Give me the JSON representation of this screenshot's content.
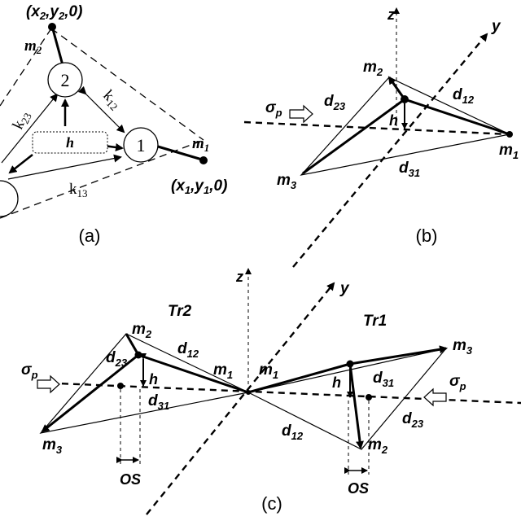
{
  "panel_a": {
    "caption": "(a)",
    "coord_2": "(x",
    "coord_2_sub": "2",
    "coord_2_mid": ",y",
    "coord_2_sub2": "2",
    "coord_2_end": ",0)",
    "coord_1": "(x",
    "coord_1_sub": "1",
    "coord_1_mid": ",y",
    "coord_1_sub2": "1",
    "coord_1_end": ",0)",
    "m2": "m",
    "m2_sub": "2",
    "m1": "m",
    "m1_sub": "1",
    "node_2": "2",
    "node_1": "1",
    "k23": "k",
    "k23_sub": "23",
    "k12": "k",
    "k12_sub": "12",
    "k13": "k",
    "k13_sub": "13",
    "h": "h"
  },
  "panel_b": {
    "caption": "(b)",
    "z": "z",
    "y": "y",
    "m2": "m",
    "m2_sub": "2",
    "m1": "m",
    "m1_sub": "1",
    "m3": "m",
    "m3_sub": "3",
    "d23": "d",
    "d23_sub": "23",
    "d12": "d",
    "d12_sub": "12",
    "d31": "d",
    "d31_sub": "31",
    "h": "h",
    "sigma": "σ",
    "sigma_sub": "p"
  },
  "panel_c": {
    "caption": "(c)",
    "z": "z",
    "y": "y",
    "tr2": "Tr2",
    "tr1": "Tr1",
    "left": {
      "m2": "m",
      "m2_sub": "2",
      "m1": "m",
      "m1_sub": "1",
      "m3": "m",
      "m3_sub": "3",
      "d23": "d",
      "d23_sub": "23",
      "d12": "d",
      "d12_sub": "12",
      "d31": "d",
      "d31_sub": "31",
      "h": "h",
      "os": "OS",
      "sigma": "σ",
      "sigma_sub": "p"
    },
    "right": {
      "m3": "m",
      "m3_sub": "3",
      "m1": "m",
      "m1_sub": "1",
      "m2": "m",
      "m2_sub": "2",
      "d31": "d",
      "d31_sub": "31",
      "d12": "d",
      "d12_sub": "12",
      "d23": "d",
      "d23_sub": "23",
      "h": "h",
      "os": "OS",
      "sigma": "σ",
      "sigma_sub": "p"
    }
  }
}
